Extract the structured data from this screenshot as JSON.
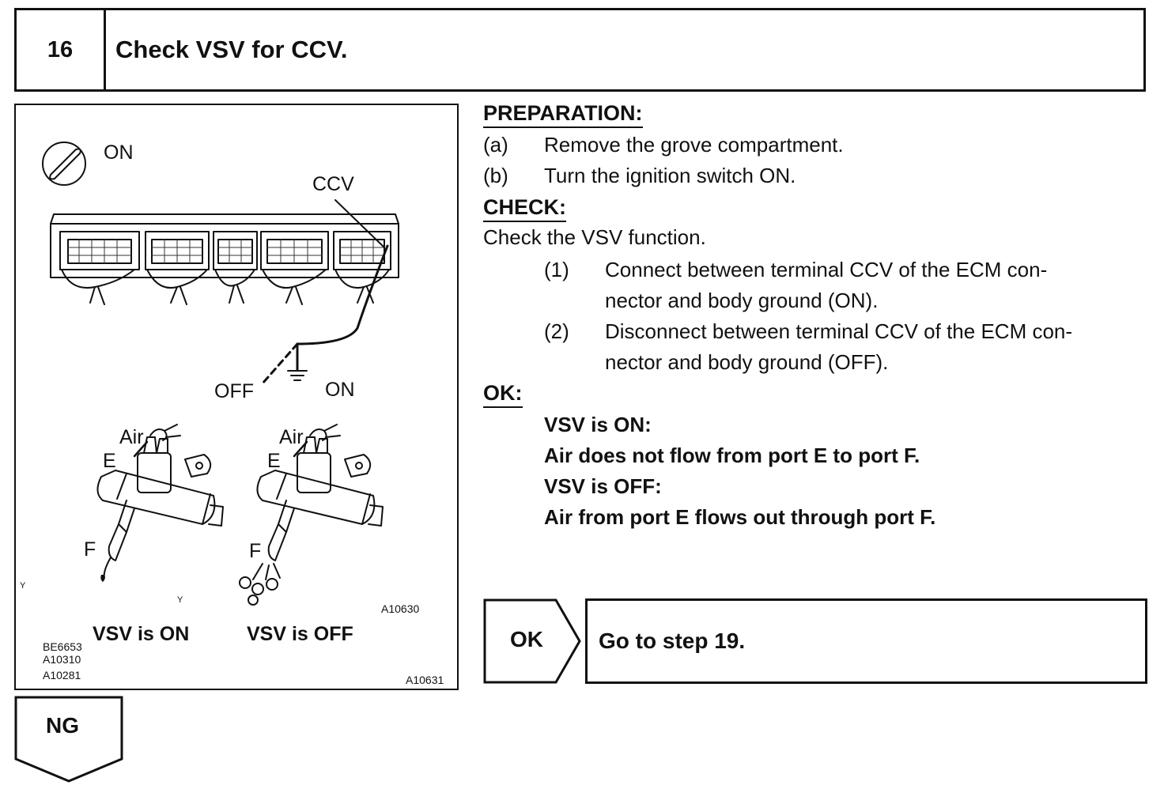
{
  "header": {
    "step_number": "16",
    "title": "Check VSV for CCV."
  },
  "figure": {
    "label_on_top": "ON",
    "label_ccv": "CCV",
    "label_off": "OFF",
    "label_on_switch": "ON",
    "left_valve": {
      "air": "Air",
      "port_e": "E",
      "port_f": "F",
      "caption": "VSV is ON"
    },
    "right_valve": {
      "air": "Air",
      "port_e": "E",
      "port_f": "F",
      "caption": "VSV is OFF"
    },
    "mark_y1": "Y",
    "mark_y2": "Y",
    "code_upper": "A10630",
    "codes_left": [
      "BE6653",
      "A10310",
      "A10281"
    ],
    "code_bottom_right": "A10631"
  },
  "preparation": {
    "heading": "PREPARATION:",
    "steps": [
      {
        "marker": "(a)",
        "text": "Remove the grove compartment."
      },
      {
        "marker": "(b)",
        "text": "Turn the ignition switch ON."
      }
    ]
  },
  "check": {
    "heading": "CHECK:",
    "intro": "Check the VSV function.",
    "steps": [
      {
        "marker": "(1)",
        "line1": "Connect between terminal CCV of the ECM con-",
        "line2": "nector and body ground (ON)."
      },
      {
        "marker": "(2)",
        "line1": "Disconnect between terminal CCV of the ECM con-",
        "line2": "nector and body ground (OFF)."
      }
    ]
  },
  "ok_result": {
    "heading": "OK:",
    "lines": [
      "VSV is ON:",
      "Air does not flow from port E to port F.",
      "VSV is OFF:",
      "Air from port E flows out through port F."
    ]
  },
  "ok_box": {
    "label": "OK",
    "action": "Go to step 19."
  },
  "ng_box": {
    "label": "NG"
  }
}
